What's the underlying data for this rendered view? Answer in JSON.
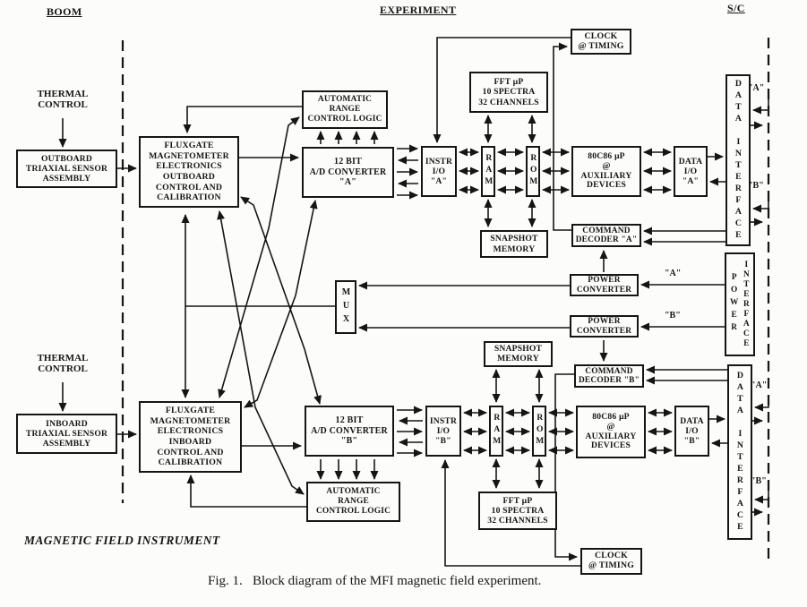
{
  "header": {
    "boom": "BOOM",
    "experiment": "EXPERIMENT",
    "sc": "S/C"
  },
  "footer": {
    "instrument": "MAGNETIC FIELD INSTRUMENT",
    "caption": "Fig. 1.   Block diagram of the MFI magnetic field experiment."
  },
  "labels": {
    "thermal_a": "THERMAL\nCONTROL",
    "thermal_b": "THERMAL\nCONTROL",
    "power_a": "\"A\"",
    "power_b": "\"B\"",
    "tm_a1": "\"A\"",
    "tm_a2": "\"B\"",
    "tm_b1": "\"A\"",
    "tm_b2": "\"B\""
  },
  "boxes": {
    "outboard_sensor": "OUTBOARD\nTRIAXIAL SENSOR\nASSEMBLY",
    "inboard_sensor": "INBOARD\nTRIAXIAL SENSOR\nASSEMBLY",
    "fluxgate_outboard": "FLUXGATE\nMAGNETOMETER\nELECTRONICS\nOUTBOARD\nCONTROL AND\nCALIBRATION",
    "fluxgate_inboard": "FLUXGATE\nMAGNETOMETER\nELECTRONICS\nINBOARD\nCONTROL AND\nCALIBRATION",
    "auto_range_a": "AUTOMATIC\nRANGE\nCONTROL LOGIC",
    "auto_range_b": "AUTOMATIC\nRANGE\nCONTROL LOGIC",
    "adc_a": "12 BIT\nA/D CONVERTER\n\"A\"",
    "adc_b": "12 BIT\nA/D CONVERTER\n\"B\"",
    "instr_a": "INSTR\nI/O\n\"A\"",
    "instr_b": "INSTR\nI/O\n\"B\"",
    "ram_a": "RAM",
    "ram_b": "RAM",
    "rom_a": "ROM",
    "rom_b": "ROM",
    "fft_a": "FFT µP\n10 SPECTRA\n32 CHANNELS",
    "fft_b": "FFT µP\n10 SPECTRA\n32 CHANNELS",
    "snapshot_a": "SNAPSHOT\nMEMORY",
    "snapshot_b": "SNAPSHOT\nMEMORY",
    "cpu_a": "80C86 µP\n@\nAUXILIARY\nDEVICES",
    "cpu_b": "80C86 µP\n@\nAUXILIARY\nDEVICES",
    "dataio_a": "DATA\nI/O\n\"A\"",
    "dataio_b": "DATA\nI/O\n\"B\"",
    "dataif_a": "DATA INTERFACE",
    "dataif_b": "DATA INTERFACE",
    "cmd_a": "COMMAND\nDECODER \"A\"",
    "cmd_b": "COMMAND\nDECODER \"B\"",
    "pwr_a": "POWER\nCONVERTER",
    "pwr_b": "POWER\nCONVERTER",
    "pwr_if_left": "POWER",
    "pwr_if_right": "INTERFACE",
    "clock_a": "CLOCK\n@ TIMING",
    "clock_b": "CLOCK\n@ TIMING",
    "mux": "MUX"
  }
}
